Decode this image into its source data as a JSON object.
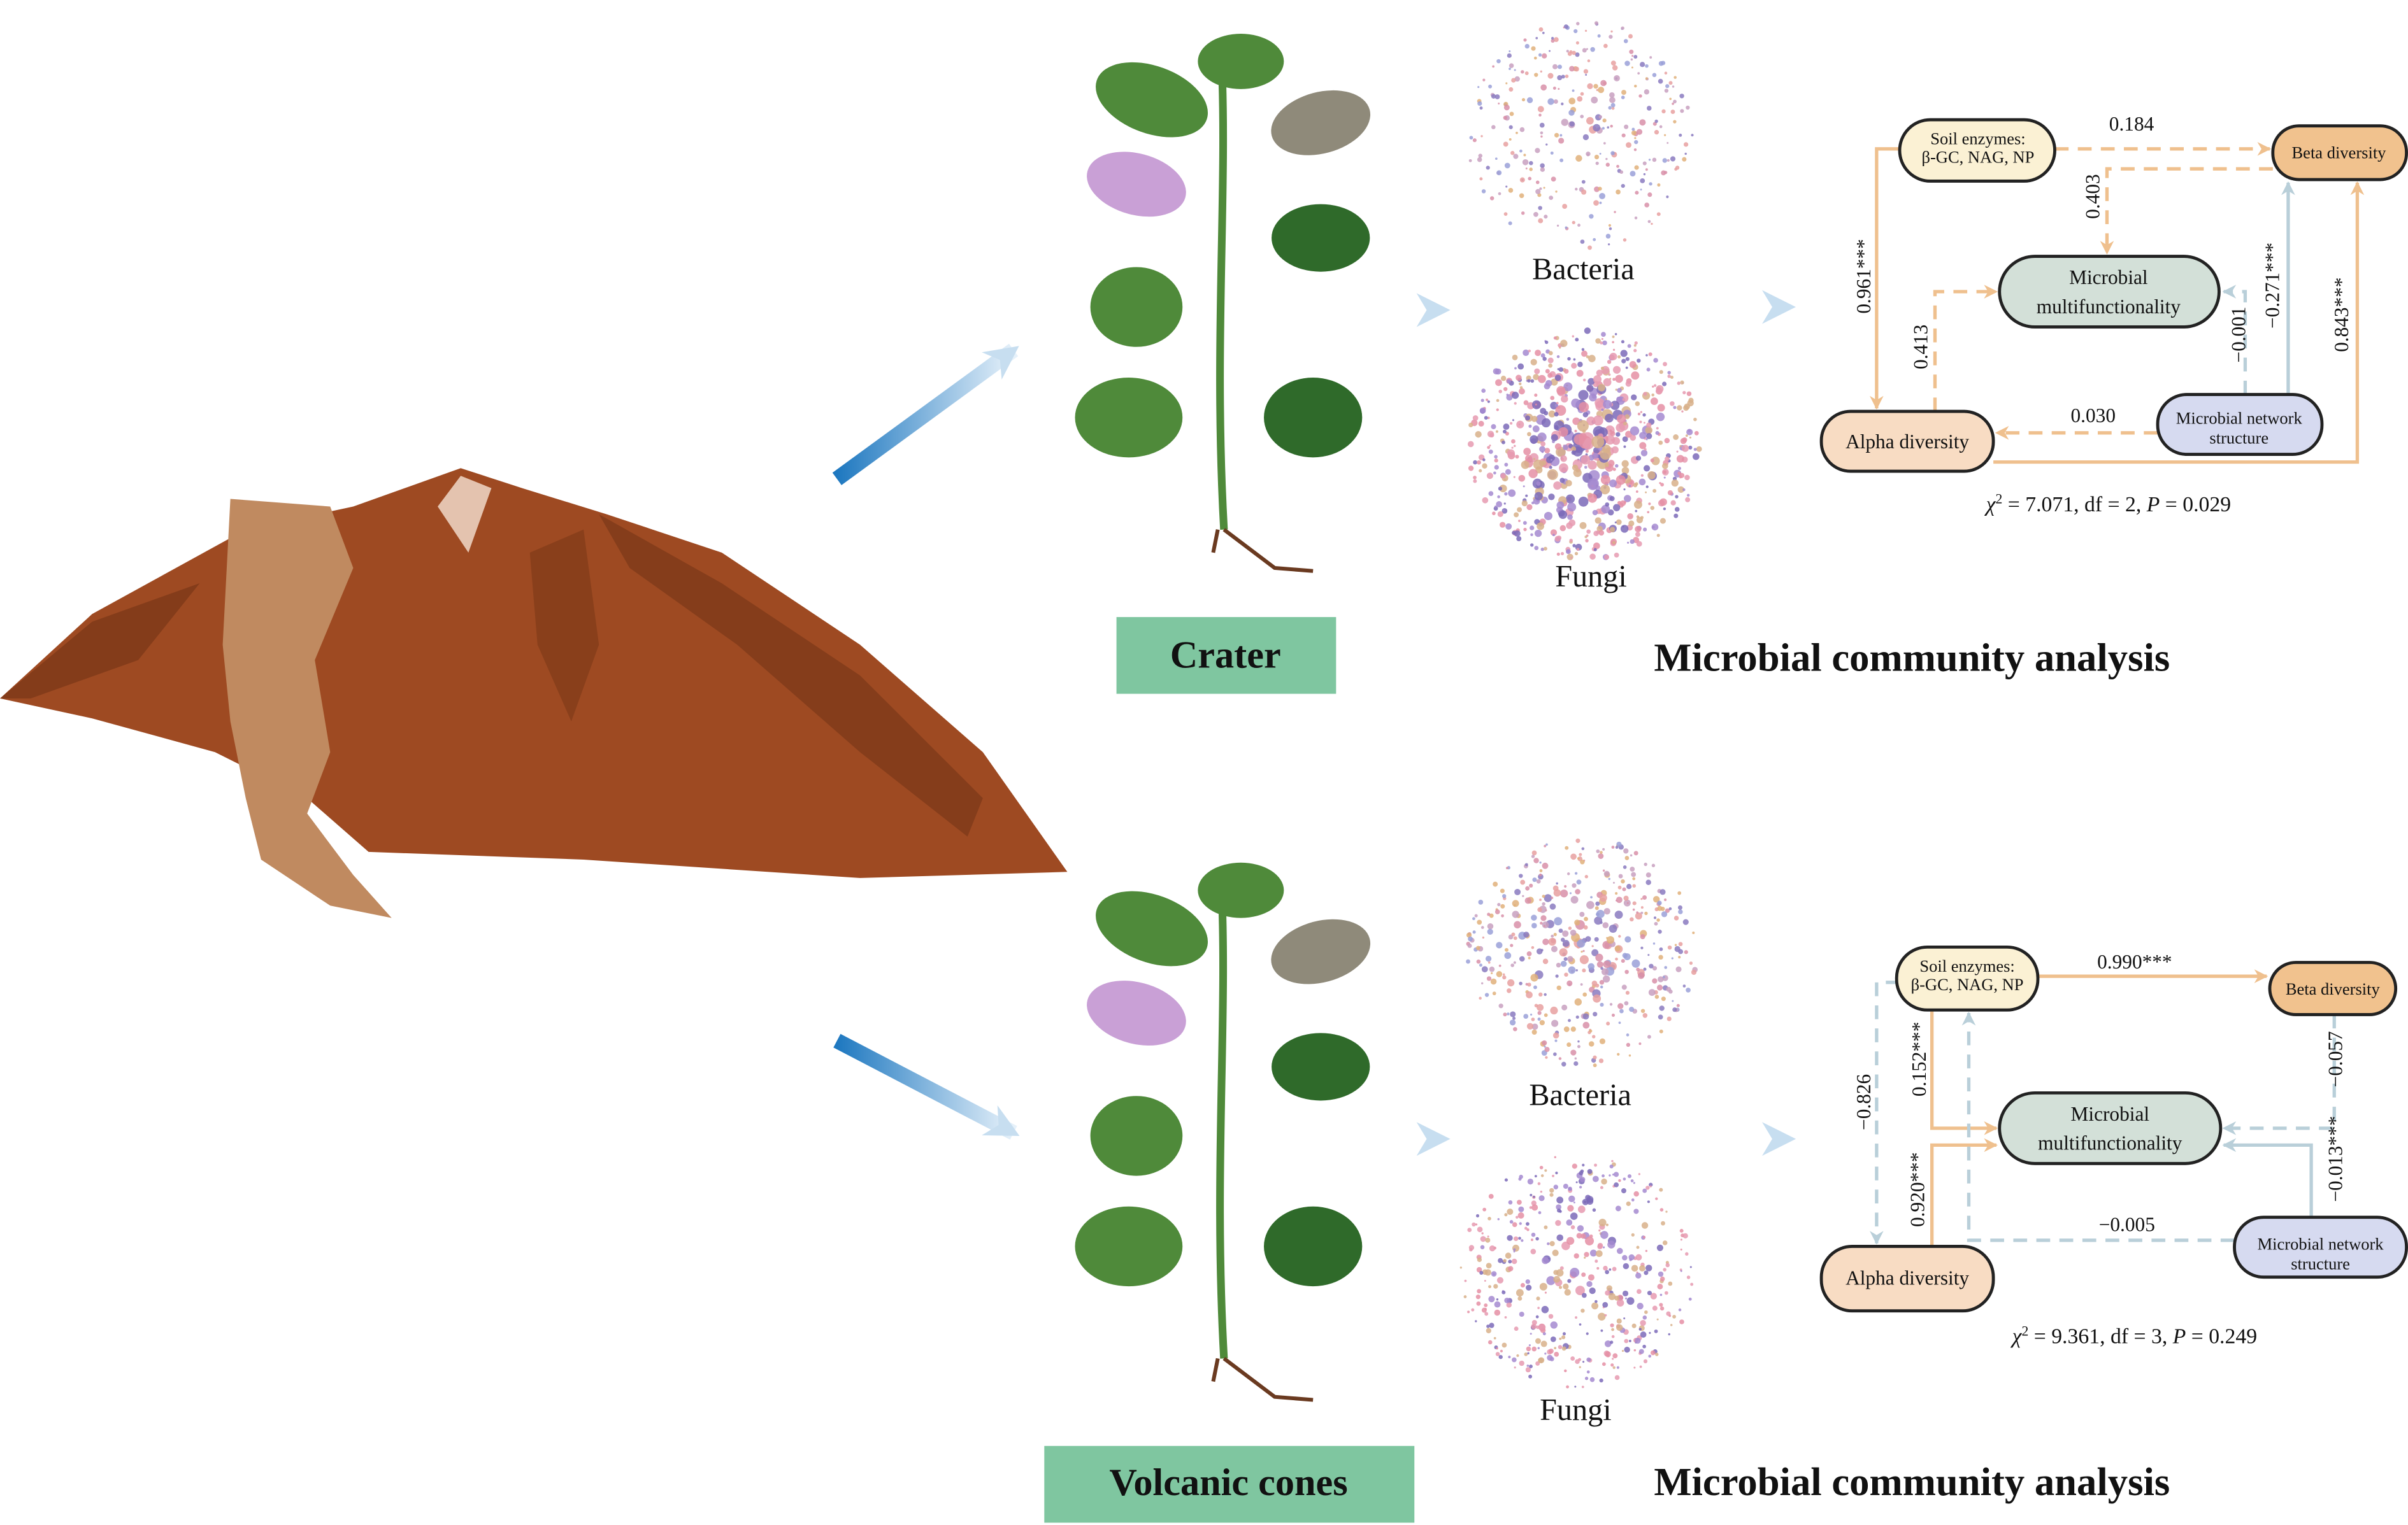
{
  "colors": {
    "volcano_dark": "#9e4a22",
    "volcano_light": "#c08a60",
    "leaf": "#4f8a3a",
    "leaf_dark": "#2f6a2a",
    "flower": "#c9a0d6",
    "site_box": "#7fc6a0",
    "arrow_blue": "#1e78c0",
    "positive_path": "#efc08e",
    "negative_path": "#b9cfd9",
    "soil_node": "#fbf1d4",
    "beta_node": "#f1c28e",
    "mmf_node": "#d3e0d8",
    "alpha_node": "#f8dcc3",
    "network_node": "#d6daf0",
    "bacteria_dots": [
      "#d88fa8",
      "#8a7abf",
      "#e0b07a",
      "#c8a0c0",
      "#e8a0a0",
      "#9aa0d8"
    ],
    "fungi_dots": [
      "#e58fa4",
      "#7b6ab8",
      "#e69ab0",
      "#d8b08a",
      "#a58ad0"
    ]
  },
  "panels": [
    {
      "site": "Crater",
      "network_labels": {
        "bacteria": "Bacteria",
        "fungi": "Fungi"
      },
      "analysis_title": "Microbial community analysis",
      "sem": {
        "nodes": {
          "soil_line1": "Soil enzymes:",
          "soil_line2": "β-GC, NAG, NP",
          "beta": "Beta diversity",
          "mmf_line1": "Microbial",
          "mmf_line2": "multifunctionality",
          "alpha": "Alpha diversity",
          "network_line1": "Microbial network",
          "network_line2": "structure"
        },
        "paths": {
          "soil_to_beta": "0.184",
          "beta_to_mmf": "0.403",
          "soil_to_alpha": "0.961***",
          "alpha_to_mmf": "0.413",
          "network_to_mmf": "−0.001",
          "network_to_beta": "−0.271***",
          "alpha_to_beta": "0.843***",
          "network_to_alpha": "0.030"
        },
        "fit": {
          "chi_symbol": "χ",
          "chi_sup": "2",
          "chi_value": " = 7.071, df = 2,  ",
          "p_symbol": "P",
          "p_value": " = 0.029"
        }
      }
    },
    {
      "site": "Volcanic cones",
      "network_labels": {
        "bacteria": "Bacteria",
        "fungi": "Fungi"
      },
      "analysis_title": "Microbial community analysis",
      "sem": {
        "nodes": {
          "soil_line1": "Soil enzymes:",
          "soil_line2": "β-GC, NAG, NP",
          "beta": "Beta diversity",
          "mmf_line1": "Microbial",
          "mmf_line2": "multifunctionality",
          "alpha": "Alpha diversity",
          "network_line1": "Microbial network",
          "network_line2": "structure"
        },
        "paths": {
          "soil_to_beta": "0.990***",
          "soil_to_alpha": "−0.826",
          "soil_to_mmf": "0.152***",
          "alpha_to_mmf": "0.920***",
          "network_to_soil": "−0.005",
          "beta_to_mmf": "−0.057",
          "network_to_mmf": "−0.013***"
        },
        "fit": {
          "chi_symbol": "χ",
          "chi_sup": "2",
          "chi_value": " = 9.361, df = 3,  ",
          "p_symbol": "P",
          "p_value": " = 0.249"
        }
      }
    }
  ]
}
